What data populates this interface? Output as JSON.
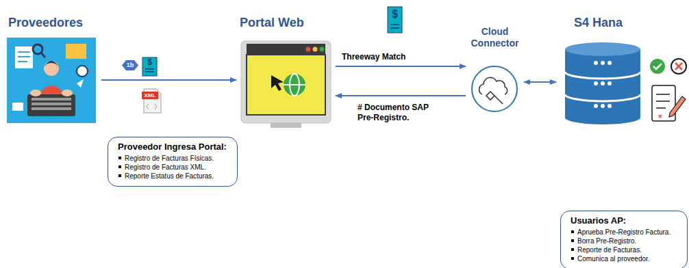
{
  "diagram": {
    "nodes": [
      {
        "text": [
          "Proveedores"
        ]
      },
      {
        "text": [
          "Portal Web"
        ]
      },
      {
        "text": [
          "Cloud Connector"
        ]
      },
      {
        "text": [
          "S4 Hana"
        ]
      },
      {
        "text": [
          "Proveedor Ingresa Portal:",
          "Registro de Facturas Físicas.",
          "Registro de Facturas XML.",
          "Reporte Estatus de Facturas."
        ]
      },
      {
        "text": [
          "Usuarios AP:",
          "Aprueba Pre-Registro Factura.",
          "Borra Pre-Registro.",
          "Reporte de Facturas.",
          "Comunica al proveedor."
        ]
      }
    ],
    "edges": [
      {
        "from": 0,
        "to": 1,
        "arrow": "to"
      },
      {
        "from": 1,
        "to": 2,
        "label": "Threeway Match",
        "arrow": "to"
      },
      {
        "from": 2,
        "to": 1,
        "label": "# Documento SAP Pre-Registro.",
        "arrow": "to"
      },
      {
        "from": 2,
        "to": 3,
        "arrow": "both"
      }
    ],
    "labels": [
      "1b",
      "$",
      "XML",
      "$"
    ]
  }
}
